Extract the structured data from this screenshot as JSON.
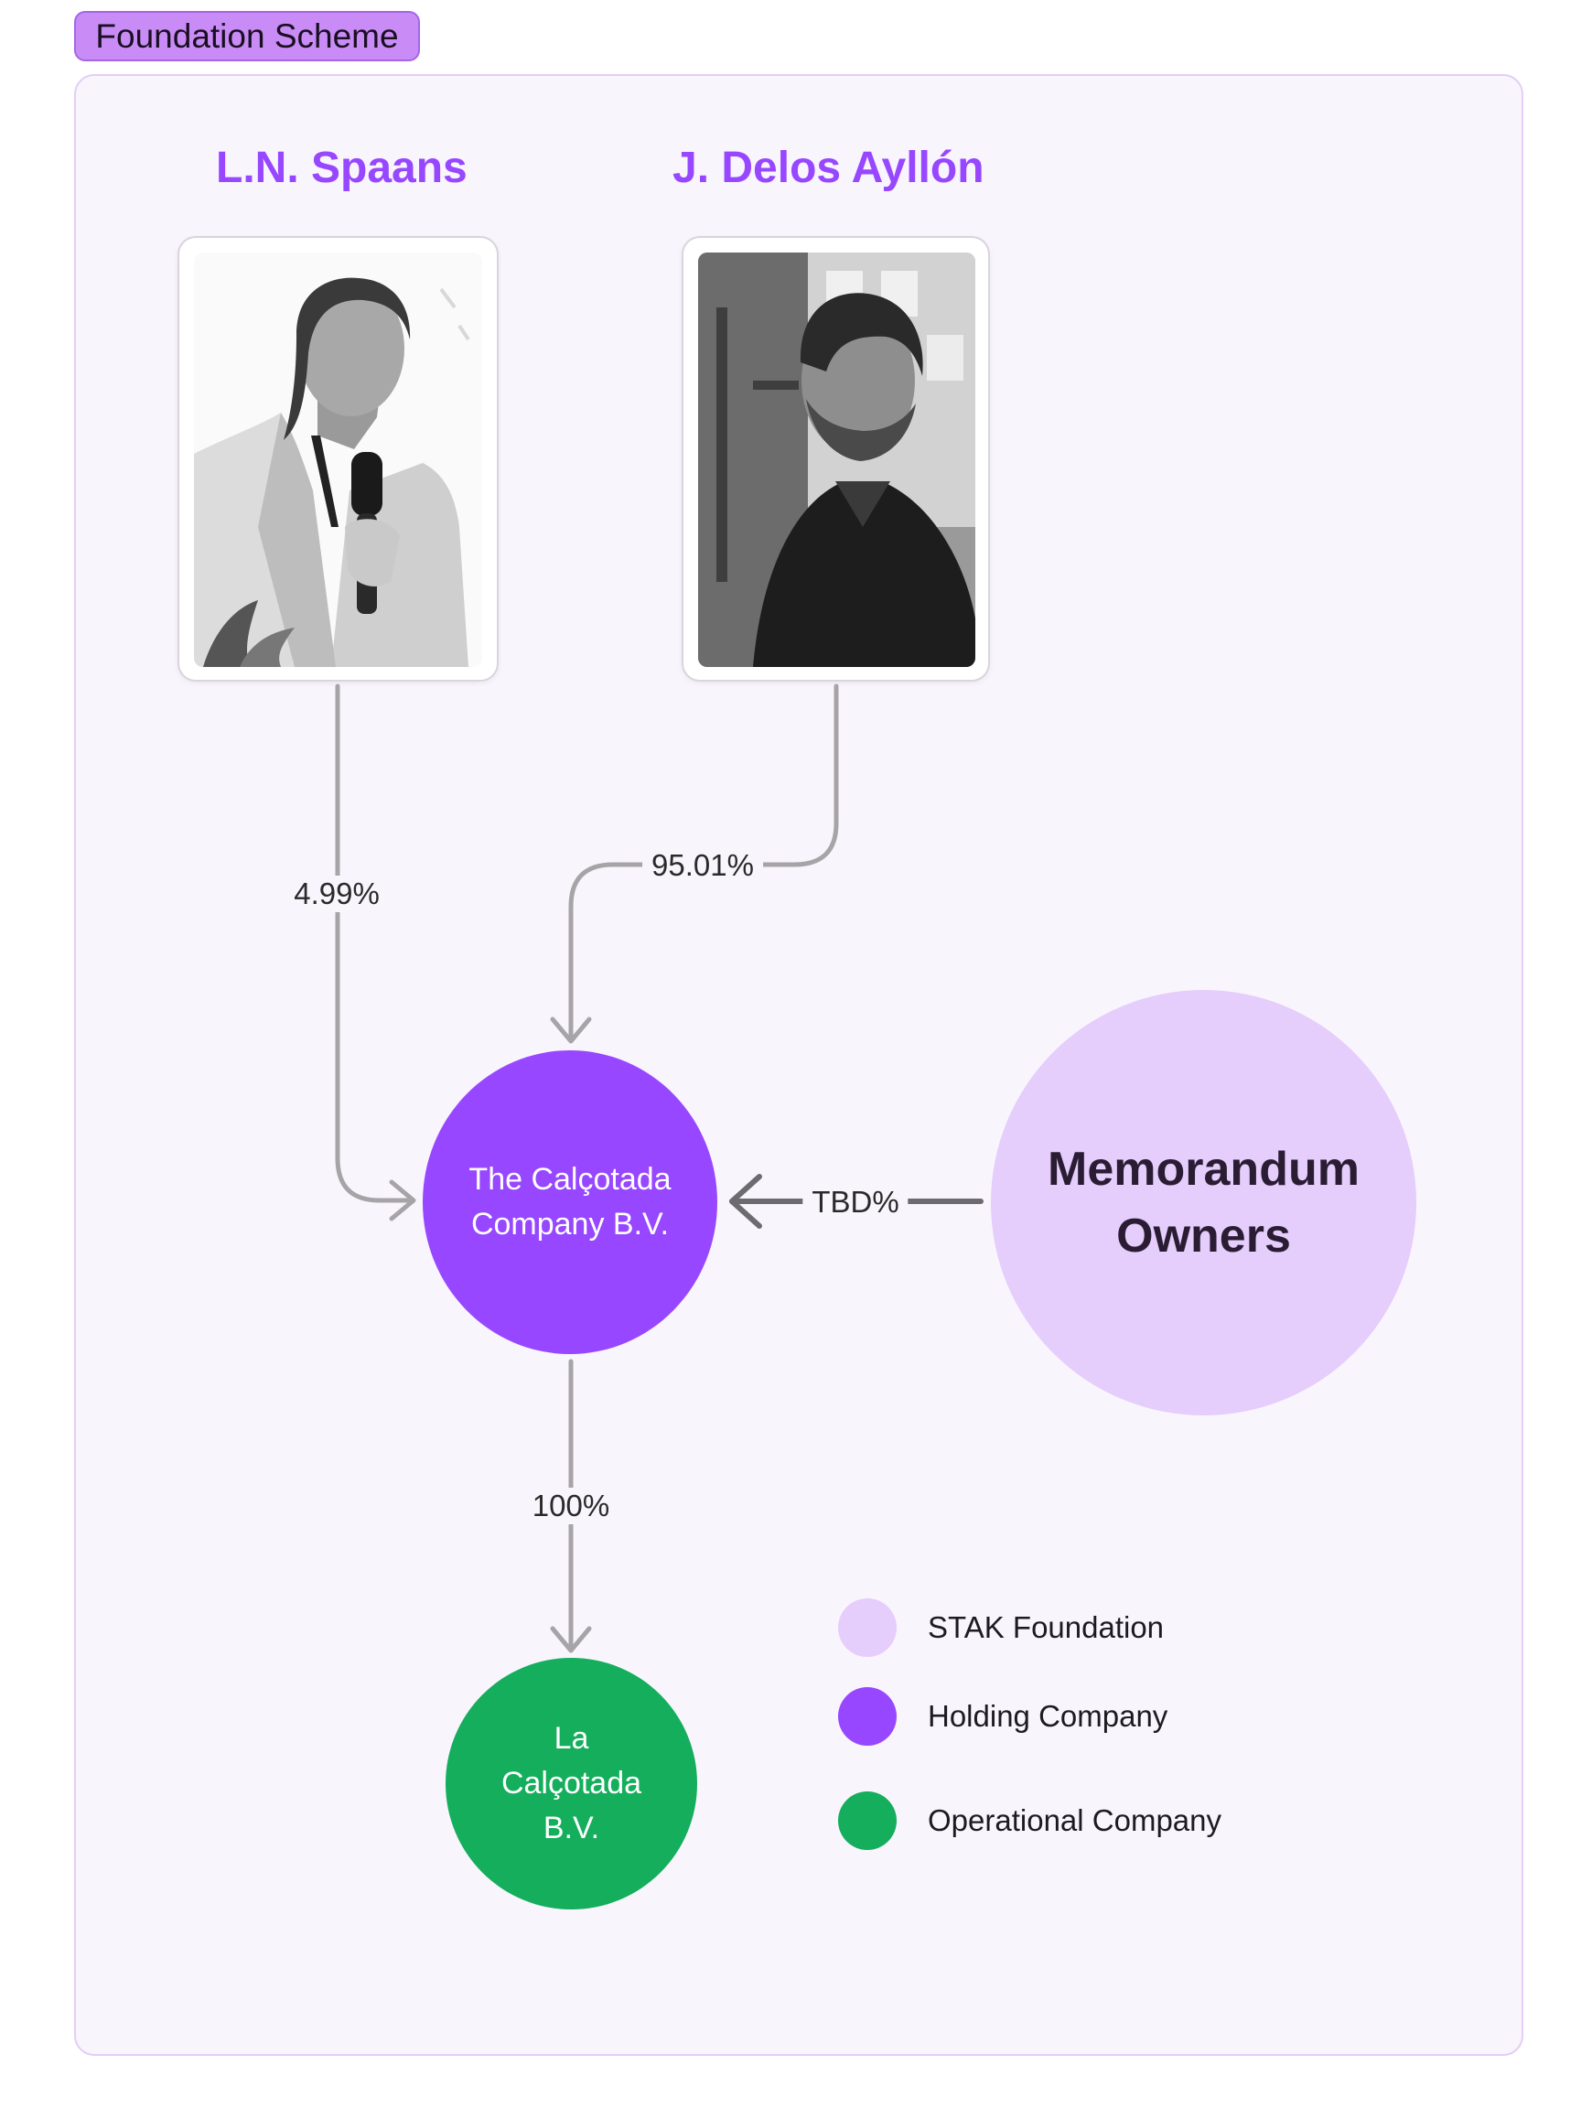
{
  "header": {
    "tag": "Foundation Scheme"
  },
  "people": [
    {
      "name": "L.N. Spaans",
      "photo_icon": "woman-speaking-photo"
    },
    {
      "name": "J. Delos Ayllón",
      "photo_icon": "man-portrait-photo"
    }
  ],
  "edges": {
    "spaans_share": "4.99%",
    "ayllon_share": "95.01%",
    "owners_share": "TBD%",
    "subsidiary_share": "100%"
  },
  "nodes": {
    "holding": {
      "line1": "The Calçotada",
      "line2": "Company B.V."
    },
    "stak": {
      "line1": "Memorandum",
      "line2": "Owners"
    },
    "operational": {
      "line1": "La",
      "line2": "Calçotada",
      "line3": "B.V."
    }
  },
  "legend": [
    {
      "label": "STAK Foundation",
      "color": "#e5cdfc"
    },
    {
      "label": "Holding Company",
      "color": "#9747ff"
    },
    {
      "label": "Operational Company",
      "color": "#14ae5c"
    }
  ],
  "colors": {
    "accent": "#9747ff",
    "stak": "#e5cdfc",
    "operational": "#14ae5c",
    "edge": "#a7a4a8",
    "edge_dark": "#6e6b70"
  }
}
